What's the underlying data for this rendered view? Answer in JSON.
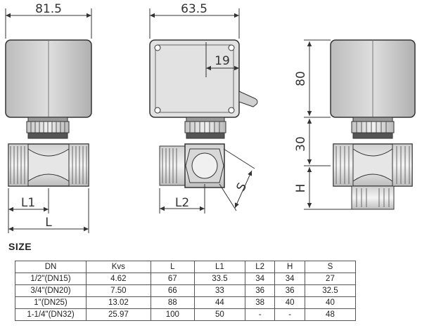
{
  "dimensions": {
    "front_width": "81.5",
    "side_width": "63.5",
    "side_offset": "19",
    "rear_head_height": "80",
    "rear_neck_height": "30",
    "rear_body_height": "H",
    "l1_label": "L1",
    "l_label": "L",
    "l2_label": "L2",
    "s_label": "S"
  },
  "size_section": {
    "title": "SIZE",
    "columns": [
      "DN",
      "Kvs",
      "L",
      "L1",
      "L2",
      "H",
      "S"
    ],
    "rows": [
      [
        "1/2\"(DN15)",
        "4.62",
        "67",
        "33.5",
        "34",
        "34",
        "27"
      ],
      [
        "3/4\"(DN20)",
        "7.50",
        "66",
        "33",
        "36",
        "36",
        "32.5"
      ],
      [
        "1\"(DN25)",
        "13.02",
        "88",
        "44",
        "38",
        "40",
        "40"
      ],
      [
        "1-1/4\"(DN32)",
        "25.97",
        "100",
        "50",
        "-",
        "-",
        "48"
      ]
    ]
  }
}
